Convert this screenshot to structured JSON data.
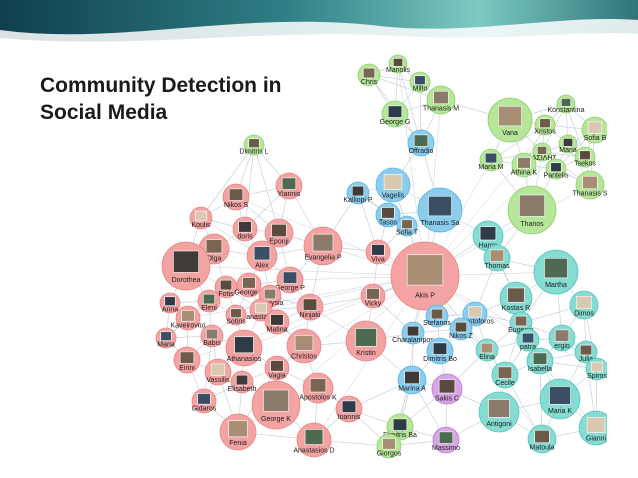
{
  "slide": {
    "title_line1": "Community Detection in",
    "title_line2": "Social Media"
  },
  "colors": {
    "banner_dark": "#0f3f4f",
    "banner_light": "#a9dcd6",
    "community_red": "#f4a3a3",
    "community_blue": "#8ccdee",
    "community_green": "#b6e69a",
    "community_purple": "#d7a6e6",
    "community_teal": "#86dbd2",
    "edge": "#c9d2dc"
  },
  "communities": [
    "red",
    "blue",
    "green",
    "purple",
    "teal"
  ],
  "nodes": [
    {
      "id": "manolis",
      "label": "Manolis",
      "community": "green"
    },
    {
      "id": "chris",
      "label": "Chris",
      "community": "green"
    },
    {
      "id": "milto",
      "label": "Milto",
      "community": "green"
    },
    {
      "id": "thanasis_m",
      "label": "Thanasis M",
      "community": "green"
    },
    {
      "id": "george_g",
      "label": "George G",
      "community": "green"
    },
    {
      "id": "vana",
      "label": "Vana",
      "community": "green"
    },
    {
      "id": "konstantina",
      "label": "Konstantina",
      "community": "green"
    },
    {
      "id": "xristos",
      "label": "Xristos",
      "community": "green"
    },
    {
      "id": "sofia_b",
      "label": "Sofia B",
      "community": "green"
    },
    {
      "id": "maria",
      "label": "Maria",
      "community": "green"
    },
    {
      "id": "tsekos",
      "label": "Tsekos",
      "community": "green"
    },
    {
      "id": "vasilis_g",
      "label": "ΒΑΣΙΛΗΣ",
      "community": "green"
    },
    {
      "id": "maria_m",
      "label": "Maria M",
      "community": "green"
    },
    {
      "id": "athina_k",
      "label": "Athina K",
      "community": "green"
    },
    {
      "id": "pantelis",
      "label": "Pantelis",
      "community": "green"
    },
    {
      "id": "thanasis_s",
      "label": "Thanasis S",
      "community": "green"
    },
    {
      "id": "offradio",
      "label": "Offradio",
      "community": "blue"
    },
    {
      "id": "dimitris_l",
      "label": "Dimitris L",
      "community": "green"
    },
    {
      "id": "vagelis",
      "label": "Vagelis",
      "community": "blue"
    },
    {
      "id": "kalliopi",
      "label": "Kalliopi P",
      "community": "blue"
    },
    {
      "id": "tasos",
      "label": "Tasos",
      "community": "blue"
    },
    {
      "id": "sofia_t",
      "label": "Sofia T",
      "community": "blue"
    },
    {
      "id": "thanasis_sa",
      "label": "Thanasis Sa",
      "community": "blue"
    },
    {
      "id": "thanos",
      "label": "Thanos",
      "community": "green"
    },
    {
      "id": "harris",
      "label": "Harris",
      "community": "teal"
    },
    {
      "id": "thomas",
      "label": "Thomas",
      "community": "teal"
    },
    {
      "id": "yiannis",
      "label": "Yiannis",
      "community": "red"
    },
    {
      "id": "nikos_s",
      "label": "Nikos S",
      "community": "red"
    },
    {
      "id": "koulis",
      "label": "Koulis",
      "community": "red"
    },
    {
      "id": "doris",
      "label": "doris",
      "community": "red"
    },
    {
      "id": "eponji",
      "label": "Eponji",
      "community": "red"
    },
    {
      "id": "olga",
      "label": "Olga",
      "community": "red"
    },
    {
      "id": "alex",
      "label": "Alex",
      "community": "red"
    },
    {
      "id": "evangelia",
      "label": "Evangelia P",
      "community": "red"
    },
    {
      "id": "viva",
      "label": "Viva",
      "community": "red"
    },
    {
      "id": "akis_p",
      "label": "Akis P",
      "community": "red"
    },
    {
      "id": "martha",
      "label": "Martha",
      "community": "teal"
    },
    {
      "id": "kostas_r",
      "label": "Kostas R",
      "community": "teal"
    },
    {
      "id": "dimos",
      "label": "Dimos",
      "community": "teal"
    },
    {
      "id": "dorothea",
      "label": "Dorothea",
      "community": "red"
    },
    {
      "id": "fotis",
      "label": "Fotis",
      "community": "red"
    },
    {
      "id": "george_l",
      "label": "George L",
      "community": "red"
    },
    {
      "id": "george_p",
      "label": "George P",
      "community": "red"
    },
    {
      "id": "dionysia",
      "label": "Dionysia",
      "community": "red"
    },
    {
      "id": "anna",
      "label": "Anna",
      "community": "red"
    },
    {
      "id": "kaveirovrio",
      "label": "Kaveirovrio",
      "community": "red"
    },
    {
      "id": "eleni",
      "label": "Eleni",
      "community": "red"
    },
    {
      "id": "sotiris",
      "label": "Sotiris",
      "community": "red"
    },
    {
      "id": "anastasis",
      "label": "anastasis",
      "community": "red"
    },
    {
      "id": "matina",
      "label": "Matina",
      "community": "red"
    },
    {
      "id": "ninjaki",
      "label": "Ninjaki",
      "community": "red"
    },
    {
      "id": "vicky",
      "label": "Vicky",
      "community": "red"
    },
    {
      "id": "maria_r",
      "label": "Maria",
      "community": "red"
    },
    {
      "id": "babis",
      "label": "Babis",
      "community": "red"
    },
    {
      "id": "athanasios",
      "label": "Athanasios",
      "community": "red"
    },
    {
      "id": "christos",
      "label": "Christos",
      "community": "red"
    },
    {
      "id": "kristin",
      "label": "Kristin",
      "community": "red"
    },
    {
      "id": "eirini",
      "label": "Eirini",
      "community": "red"
    },
    {
      "id": "vassilis",
      "label": "Vassilis",
      "community": "red"
    },
    {
      "id": "elisabeth",
      "label": "Elisabeth",
      "community": "red"
    },
    {
      "id": "vagia",
      "label": "Vagia",
      "community": "red"
    },
    {
      "id": "apostolos",
      "label": "Apostolos K",
      "community": "red"
    },
    {
      "id": "gidaros",
      "label": "Gidaros",
      "community": "red"
    },
    {
      "id": "george_k",
      "label": "George K",
      "community": "red"
    },
    {
      "id": "ioannis",
      "label": "Ioannis",
      "community": "red"
    },
    {
      "id": "fenia",
      "label": "Fenia",
      "community": "red"
    },
    {
      "id": "anastasios_d",
      "label": "Anastasios D",
      "community": "red"
    },
    {
      "id": "stefanos",
      "label": "Stefanos",
      "community": "blue"
    },
    {
      "id": "christoforos",
      "label": "Christoforos",
      "community": "blue"
    },
    {
      "id": "charalampos",
      "label": "Charalampos",
      "community": "blue"
    },
    {
      "id": "nikos_z",
      "label": "Nikos Z",
      "community": "blue"
    },
    {
      "id": "eugenia",
      "label": "Eugenia",
      "community": "teal"
    },
    {
      "id": "patra",
      "label": "patra",
      "community": "teal"
    },
    {
      "id": "ergio",
      "label": "ergio",
      "community": "teal"
    },
    {
      "id": "dimitris_bo",
      "label": "Dimitris Bo",
      "community": "blue"
    },
    {
      "id": "elina",
      "label": "Elina",
      "community": "teal"
    },
    {
      "id": "isabella",
      "label": "Isabella",
      "community": "teal"
    },
    {
      "id": "julia",
      "label": "Julia",
      "community": "teal"
    },
    {
      "id": "spiros",
      "label": "Spiros",
      "community": "teal"
    },
    {
      "id": "marina_a",
      "label": "Marina A",
      "community": "blue"
    },
    {
      "id": "sakis_c",
      "label": "Sakis C",
      "community": "purple"
    },
    {
      "id": "cecile",
      "label": "Cecile",
      "community": "teal"
    },
    {
      "id": "maria_k",
      "label": "Maria K",
      "community": "teal"
    },
    {
      "id": "antigoni",
      "label": "Antigoni",
      "community": "teal"
    },
    {
      "id": "dimitris_ba",
      "label": "Dimitris Ba",
      "community": "green"
    },
    {
      "id": "giorgos",
      "label": "Giorgos",
      "community": "green"
    },
    {
      "id": "massimo",
      "label": "Massimo",
      "community": "purple"
    },
    {
      "id": "matoula",
      "label": "Matoula",
      "community": "teal"
    },
    {
      "id": "gianni",
      "label": "Gianni",
      "community": "teal"
    }
  ]
}
